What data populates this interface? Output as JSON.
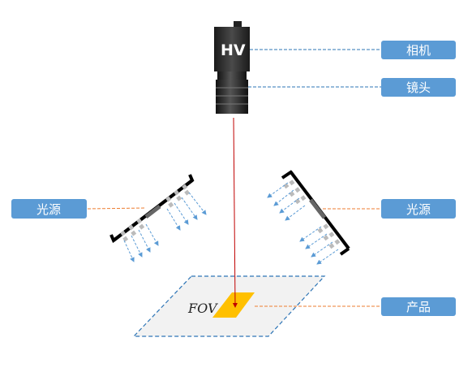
{
  "camera": {
    "brand_text": "HV"
  },
  "labels": {
    "camera": "相机",
    "lens": "镜头",
    "light_left": "光源",
    "light_right": "光源",
    "product": "产品"
  },
  "fov": {
    "text": "FOV"
  },
  "colors": {
    "tag_fill": "#5b9bd5",
    "camera_leader": "#2e75b6",
    "light_leader": "#ed7d31",
    "optical_axis": "#c00000",
    "fov_fill": "#f2f2f2",
    "fov_border": "#2e75b6",
    "product_fill": "#ffc000",
    "light_rays": "#5b9bd5",
    "light_housing": "#000000"
  }
}
